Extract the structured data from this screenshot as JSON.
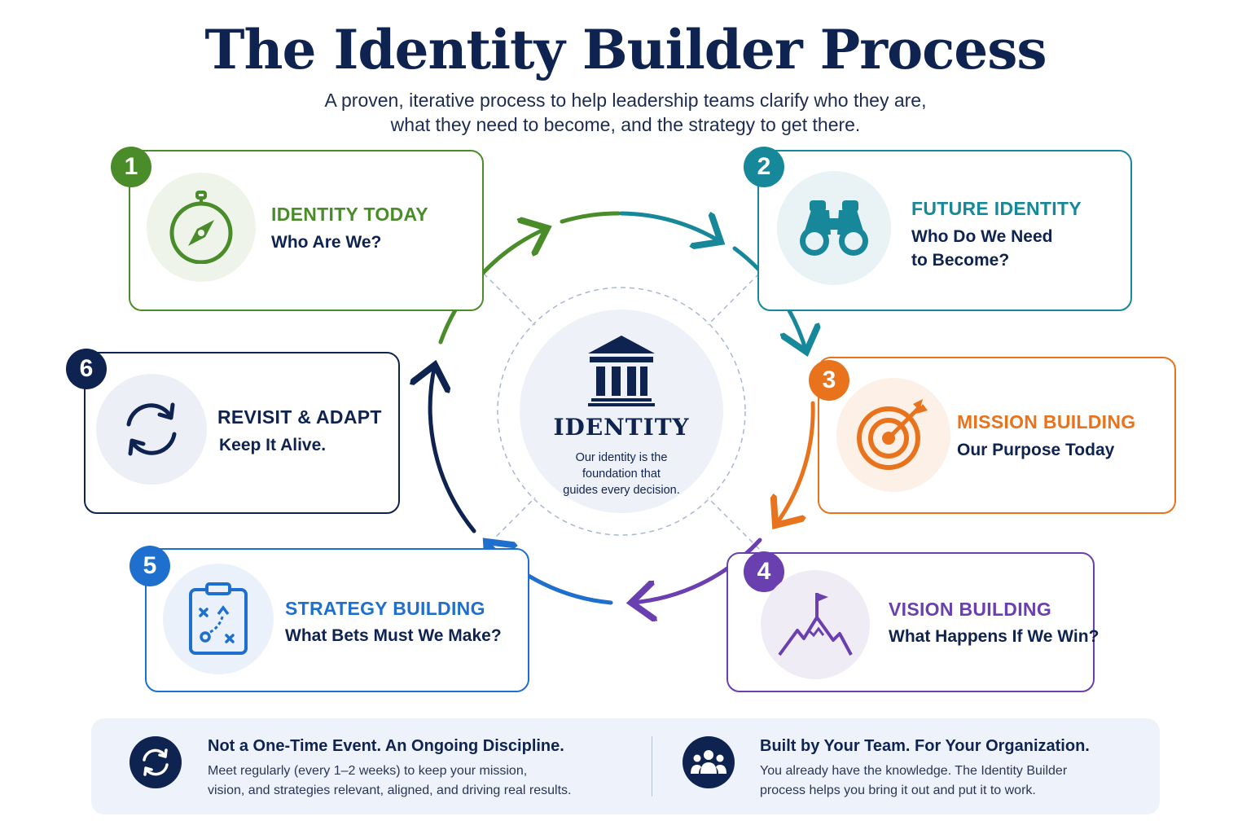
{
  "header": {
    "title": "The Identity Builder Process",
    "subtitle_line1": "A proven, iterative process to help leadership teams clarify who they are,",
    "subtitle_line2": "what they need to become, and the strategy to get there."
  },
  "center": {
    "label": "IDENTITY",
    "desc_line1": "Our identity is the",
    "desc_line2": "foundation that",
    "desc_line3": "guides every decision.",
    "icon": "bank-icon"
  },
  "steps": [
    {
      "number": "1",
      "title": "IDENTITY TODAY",
      "sub1": "Who Are We?",
      "sub2": "",
      "color": "#4a8c2a",
      "icon": "compass-icon"
    },
    {
      "number": "2",
      "title": "FUTURE IDENTITY",
      "sub1": "Who Do We Need",
      "sub2": "to Become?",
      "color": "#17879a",
      "icon": "binoculars-icon"
    },
    {
      "number": "3",
      "title": "MISSION BUILDING",
      "sub1": "Our Purpose Today",
      "sub2": "",
      "color": "#e8731c",
      "icon": "target-icon"
    },
    {
      "number": "4",
      "title": "VISION BUILDING",
      "sub1": "What Happens If We Win?",
      "sub2": "",
      "color": "#6a3fb0",
      "icon": "mountain-flag-icon"
    },
    {
      "number": "5",
      "title": "STRATEGY BUILDING",
      "sub1": "What Bets Must We Make?",
      "sub2": "",
      "color": "#1f6fce",
      "icon": "strategy-clipboard-icon"
    },
    {
      "number": "6",
      "title": "REVISIT & ADAPT",
      "sub1": "Keep It Alive.",
      "sub2": "",
      "color": "#0f2350",
      "icon": "refresh-icon"
    }
  ],
  "footer": {
    "left": {
      "title": "Not a One-Time Event. An Ongoing Discipline.",
      "line1": "Meet regularly (every 1–2 weeks) to keep your mission,",
      "line2": "vision, and strategies relevant, aligned, and driving real results.",
      "icon": "refresh-icon"
    },
    "right": {
      "title": "Built by Your Team. For Your Organization.",
      "line1": "You already have the knowledge. The Identity Builder",
      "line2": "process helps you bring it out and put it to work.",
      "icon": "team-icon"
    }
  }
}
